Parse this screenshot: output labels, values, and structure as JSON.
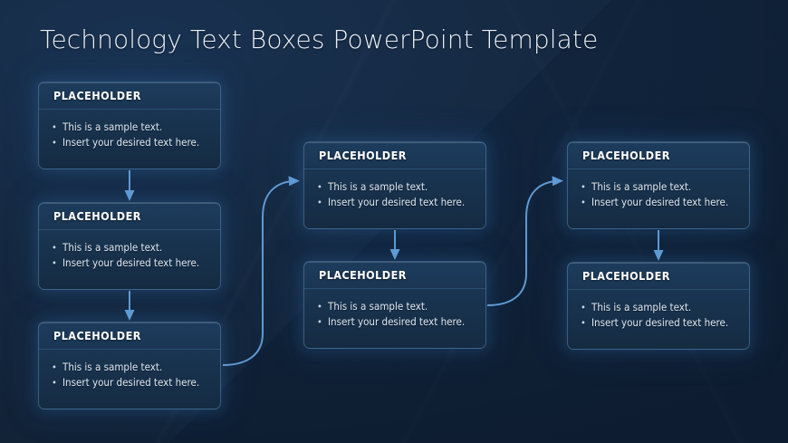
{
  "slide": {
    "title": "Technology Text Boxes PowerPoint Template",
    "background_color": "#12263f",
    "accent_color": "#5e9ad4",
    "header_color": "#275886",
    "text_color": "#dfe8f2"
  },
  "boxes": [
    {
      "id": "box-l1",
      "column": "left",
      "index": 1,
      "header": "PLACEHOLDER",
      "bullets": [
        "This is a sample text.",
        "Insert your desired text here."
      ]
    },
    {
      "id": "box-l2",
      "column": "left",
      "index": 2,
      "header": "PLACEHOLDER",
      "bullets": [
        "This is a sample text.",
        "Insert your desired text here."
      ]
    },
    {
      "id": "box-l3",
      "column": "left",
      "index": 3,
      "header": "PLACEHOLDER",
      "bullets": [
        "This is a sample text.",
        "Insert your desired text here."
      ]
    },
    {
      "id": "box-m1",
      "column": "middle",
      "index": 1,
      "header": "PLACEHOLDER",
      "bullets": [
        "This is a sample text.",
        "Insert your desired text here."
      ]
    },
    {
      "id": "box-m2",
      "column": "middle",
      "index": 2,
      "header": "PLACEHOLDER",
      "bullets": [
        "This is a sample text.",
        "Insert your desired text here."
      ]
    },
    {
      "id": "box-r1",
      "column": "right",
      "index": 1,
      "header": "PLACEHOLDER",
      "bullets": [
        "This is a sample text.",
        "Insert your desired text here."
      ]
    },
    {
      "id": "box-r2",
      "column": "right",
      "index": 2,
      "header": "PLACEHOLDER",
      "bullets": [
        "This is a sample text.",
        "Insert your desired text here."
      ]
    }
  ],
  "connectors": [
    {
      "name": "arrow-left1-to-left2",
      "shape": "straight-down"
    },
    {
      "name": "arrow-left2-to-left3",
      "shape": "straight-down"
    },
    {
      "name": "arrow-left3-to-middle1",
      "shape": "s-curve-right"
    },
    {
      "name": "arrow-middle1-to-middle2",
      "shape": "straight-down"
    },
    {
      "name": "arrow-middle2-to-right1",
      "shape": "s-curve-right"
    },
    {
      "name": "arrow-right1-to-right2",
      "shape": "straight-down"
    }
  ]
}
